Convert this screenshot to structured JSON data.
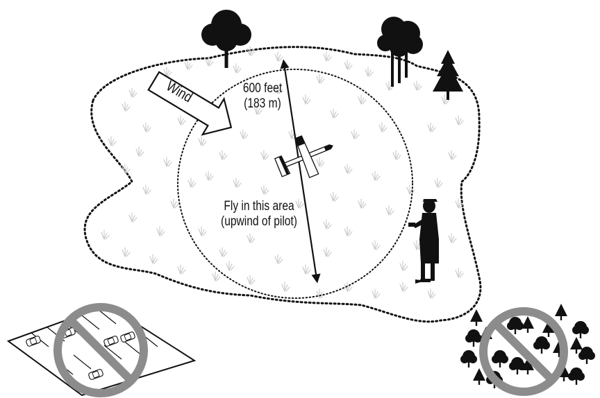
{
  "labels": {
    "wind": "Wind",
    "distance_line1": "600 feet",
    "distance_line2": "(183 m)",
    "fly_area_line1": "Fly in this area",
    "fly_area_line2": "(upwind of pilot)"
  },
  "icons": {
    "wind_arrow": "wind-arrow-icon",
    "airplane": "rc-airplane-icon",
    "pilot": "pilot-icon",
    "no_parking": "no-parking-lot-icon",
    "no_trees": "no-trees-icon"
  },
  "colors": {
    "ink": "#111111",
    "grass": "#c4c4c4",
    "prohibited": "#8c8c8c"
  }
}
